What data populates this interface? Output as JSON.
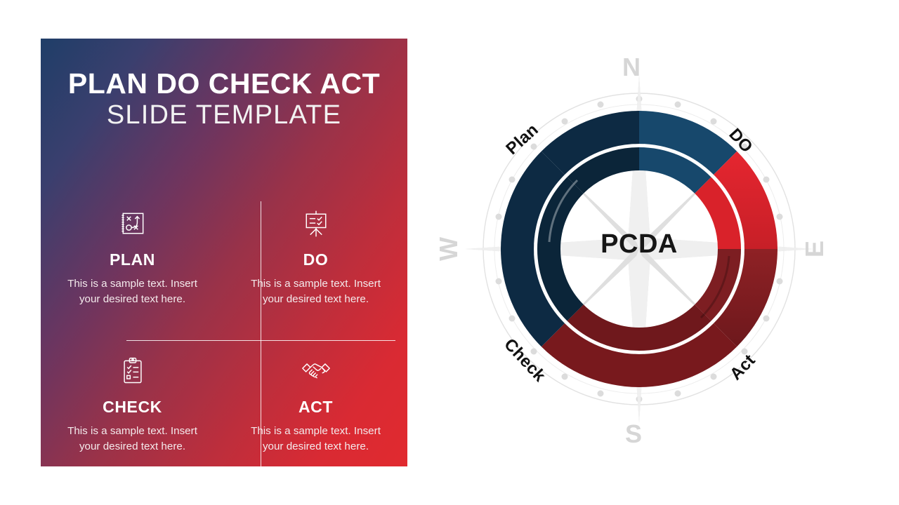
{
  "slide": {
    "title_line1": "PLAN DO CHECK ACT",
    "title_line2": "SLIDE TEMPLATE"
  },
  "quadrants": [
    {
      "id": "plan",
      "title": "PLAN",
      "description": "This is a sample text. Insert your desired text here.",
      "icon": "strategy-playbook-icon"
    },
    {
      "id": "do",
      "title": "DO",
      "description": "This is a sample text. Insert your desired text here.",
      "icon": "presentation-board-icon"
    },
    {
      "id": "check",
      "title": "CHECK",
      "description": "This is a sample text. Insert your desired text here.",
      "icon": "clipboard-checklist-icon"
    },
    {
      "id": "act",
      "title": "ACT",
      "description": "This is a sample text. Insert your desired text here.",
      "icon": "handshake-icon"
    }
  ],
  "compass": {
    "center_label": "PCDA",
    "directions": {
      "north": "N",
      "south": "S",
      "east": "E",
      "west": "W"
    },
    "segments": [
      {
        "id": "plan",
        "label": "Plan",
        "position": "northwest",
        "color": "#0e2c46"
      },
      {
        "id": "do",
        "label": "DO",
        "position": "northeast",
        "color": "#e0232b"
      },
      {
        "id": "act",
        "label": "Act",
        "position": "southeast",
        "color": "#7e1f23"
      },
      {
        "id": "check",
        "label": "Check",
        "position": "southwest",
        "color": "#7e1f23"
      }
    ]
  },
  "colors": {
    "card_gradient_start": "#1f3e68",
    "card_gradient_end": "#e12a2f",
    "navy_dark": "#0e2c46",
    "navy_mid": "#164a70",
    "red_bright": "#e0232b",
    "red_dark": "#7e1f23",
    "compass_gray": "#d6d6d6",
    "text_white": "#ffffff"
  }
}
